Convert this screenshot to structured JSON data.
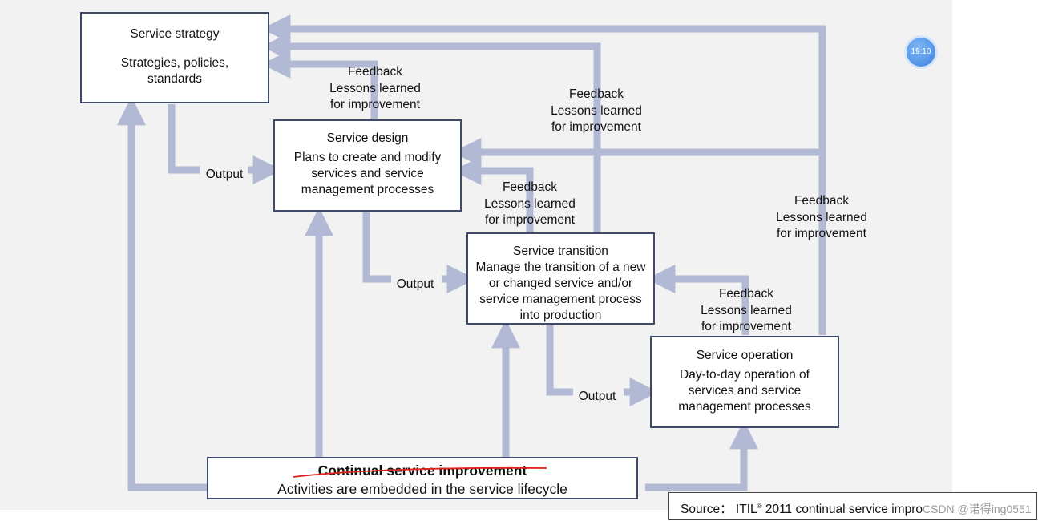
{
  "boxes": {
    "strategy": {
      "title": "Service strategy",
      "desc": "Strategies, policies, standards"
    },
    "design": {
      "title": "Service design",
      "desc": "Plans to create and modify services and service management processes"
    },
    "transition": {
      "title": "Service transition",
      "desc": "Manage the transition of a new or changed service and/or service management process into production"
    },
    "operation": {
      "title": "Service operation",
      "desc": "Day-to-day operation of services and service management processes"
    },
    "csi": {
      "title": "Continual service improvement",
      "desc": "Activities are embedded in the service lifecycle"
    }
  },
  "feedback": {
    "line1": "Feedback",
    "line2": "Lessons learned",
    "line3": "for improvement"
  },
  "output_label": "Output",
  "clock_time": "19:10",
  "source": {
    "prefix": "Source： ITIL",
    "reg": "®",
    "text": " 2011 continual service impro",
    "watermark": "CSDN @诺得ing0551"
  },
  "colors": {
    "arrow": "#b2b9d4",
    "box_border": "#3f4a6a",
    "strike": "#e0241b"
  },
  "icons": [
    "clock-icon"
  ]
}
